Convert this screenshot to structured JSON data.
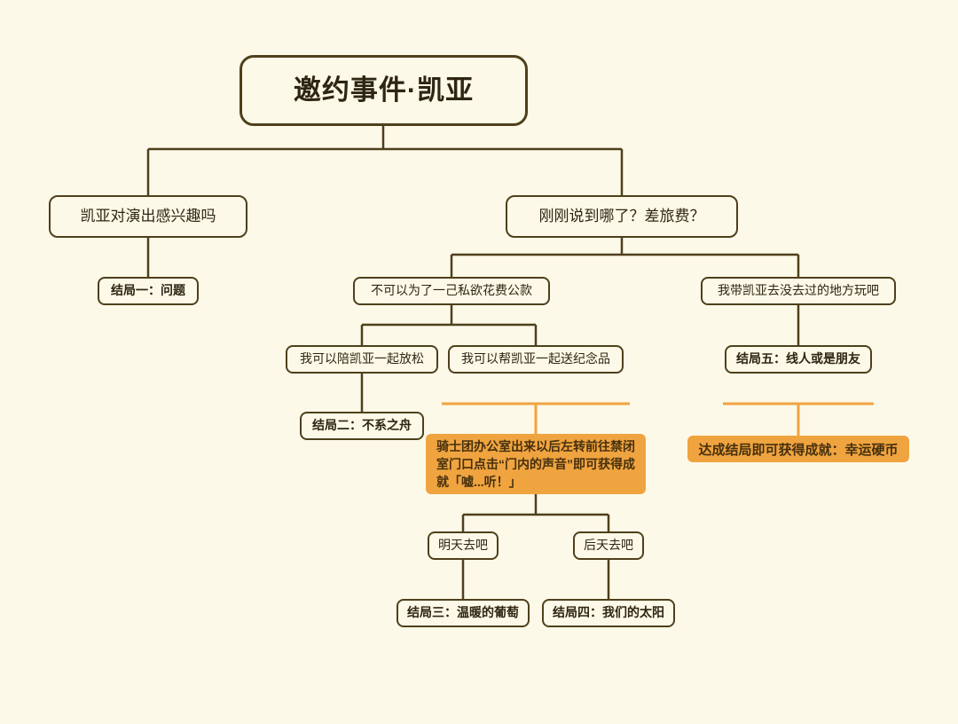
{
  "title": {
    "label": "邀约事件·凯亚"
  },
  "nodes": {
    "q_left": {
      "label": "凯亚对演出感兴趣吗"
    },
    "q_right": {
      "label": "刚刚说到哪了？差旅费？"
    },
    "ending1": {
      "label": "结局一：问题"
    },
    "no_funds": {
      "label": "不可以为了一己私欲花费公款"
    },
    "take_kaeya": {
      "label": "我带凯亚去没去过的地方玩吧"
    },
    "relax": {
      "label": "我可以陪凯亚一起放松"
    },
    "souvenir": {
      "label": "我可以帮凯亚一起送纪念品"
    },
    "ending2": {
      "label": "结局二：不系之舟"
    },
    "ending5": {
      "label": "结局五：线人或是朋友"
    },
    "note_listen": {
      "label": "骑士团办公室出来以后左转前往禁闭室门口点击“门内的声音”即可获得成就「嘘...听！」"
    },
    "note_coin": {
      "label": "达成结局即可获得成就：幸运硬币"
    },
    "tomorrow": {
      "label": "明天去吧"
    },
    "day_after": {
      "label": "后天去吧"
    },
    "ending3": {
      "label": "结局三：温暖的葡萄"
    },
    "ending4": {
      "label": "结局四：我们的太阳"
    }
  },
  "colors": {
    "background": "#fdf9e8",
    "line": "#4e401c",
    "accent": "#f0a440",
    "text": "#2e2512",
    "accent_text": "#46300d"
  }
}
